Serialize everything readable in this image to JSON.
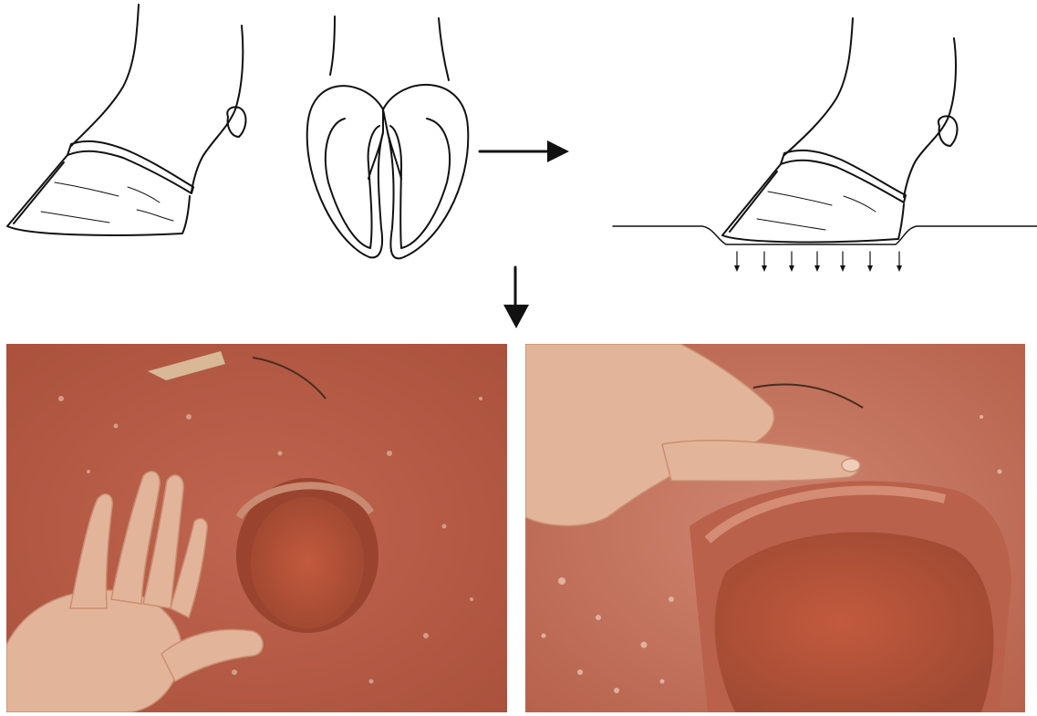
{
  "figure": {
    "panels": [
      {
        "id": "hoof-side",
        "content": "hoof-side-view-drawing"
      },
      {
        "id": "hoof-sole",
        "content": "hoof-sole-view-drawing"
      },
      {
        "id": "hoof-pressing",
        "content": "hoof-sinking-into-ground-drawing"
      },
      {
        "id": "photo-hand-print",
        "content": "photo-hand-beside-hoofprint"
      },
      {
        "id": "photo-finger-rim",
        "content": "photo-finger-on-hoofprint-rim"
      }
    ],
    "arrows": [
      "arrow-right",
      "arrow-down"
    ],
    "pressure_arrow_count": 7,
    "colors": {
      "line": "#111111",
      "soil": "#b5553f",
      "soil_dark": "#8e3b28",
      "skin": "#e3b79a",
      "background": "#ffffff"
    }
  }
}
